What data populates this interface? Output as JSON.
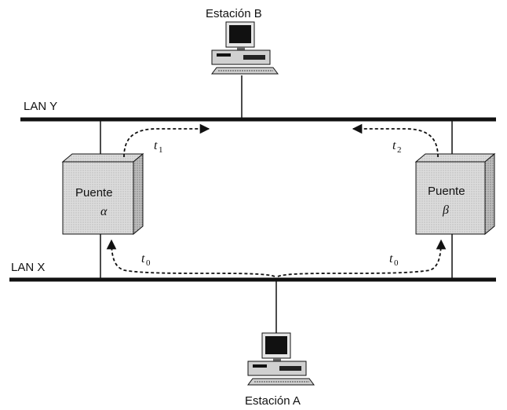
{
  "stations": {
    "top": {
      "label": "Estación B"
    },
    "bottom": {
      "label": "Estación A"
    }
  },
  "lans": {
    "upper": {
      "label": "LAN Y"
    },
    "lower": {
      "label": "LAN X"
    }
  },
  "bridges": {
    "left": {
      "line1": "Puente",
      "line2": "α"
    },
    "right": {
      "line1": "Puente",
      "line2": "β"
    }
  },
  "times": {
    "t0_left": {
      "base": "t",
      "sub": "0"
    },
    "t0_right": {
      "base": "t",
      "sub": "0"
    },
    "t1": {
      "base": "t",
      "sub": "1"
    },
    "t2": {
      "base": "t",
      "sub": "2"
    }
  },
  "colors": {
    "line": "#111111",
    "bridge_face": "#d9d9d9",
    "bridge_side": "#bdbdbd",
    "bridge_top": "#e8e8e8"
  }
}
